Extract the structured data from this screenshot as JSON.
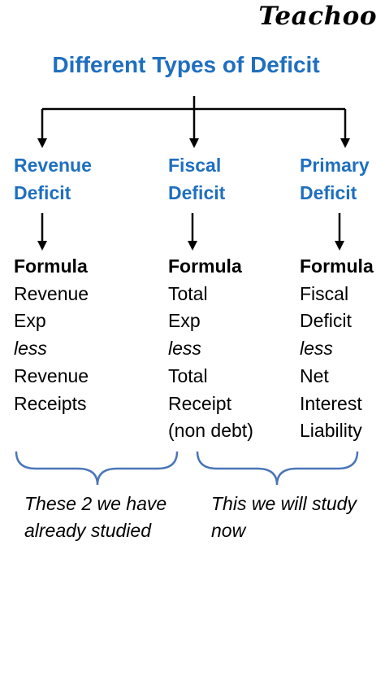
{
  "brand": {
    "logo_text": "Teachoo"
  },
  "title": "Different Types of Deficit",
  "colors": {
    "heading": "#1f6fbf",
    "brace": "#4a76b8",
    "text": "#000000"
  },
  "columns": [
    {
      "heading_line1": "Revenue",
      "heading_line2": "Deficit",
      "formula_label": "Formula",
      "term1_line1": "Revenue",
      "term1_line2": "Exp",
      "operator": "less",
      "term2_line1": "Revenue",
      "term2_line2": "Receipts",
      "term2_line3": ""
    },
    {
      "heading_line1": "Fiscal",
      "heading_line2": "Deficit",
      "formula_label": "Formula",
      "term1_line1": "Total",
      "term1_line2": "Exp",
      "operator": "less",
      "term2_line1": "Total",
      "term2_line2": "Receipt",
      "term2_line3": "(non debt)"
    },
    {
      "heading_line1": "Primary",
      "heading_line2": "Deficit",
      "formula_label": "Formula",
      "term1_line1": "Fiscal",
      "term1_line2": "Deficit",
      "operator": "less",
      "term2_line1": "Net",
      "term2_line2": "Interest",
      "term2_line3": "Liability"
    }
  ],
  "notes": {
    "left_line1": "These 2 we have",
    "left_line2": "already studied",
    "right_line1": "This we will study",
    "right_line2": "now"
  }
}
